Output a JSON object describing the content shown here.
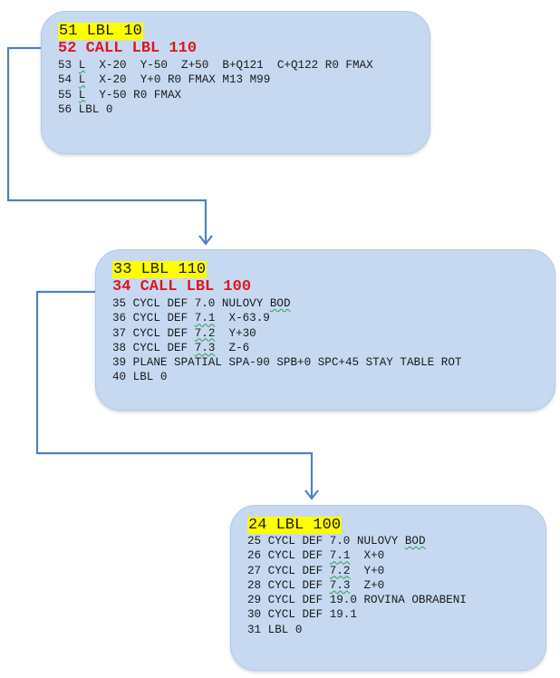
{
  "blocks": [
    {
      "label": "51 LBL 10",
      "call": "52 CALL LBL 110",
      "lines": [
        "53 L  X-20  Y-50  Z+50  B+Q121  C+Q122 R0 FMAX",
        "54 L  X-20  Y+0 R0 FMAX M13 M99",
        "55 L  Y-50 R0 FMAX",
        "56 LBL 0"
      ]
    },
    {
      "label": "33 LBL 110",
      "call": "34 CALL LBL 100",
      "lines": [
        "35 CYCL DEF 7.0 NULOVY BOD",
        "36 CYCL DEF 7.1  X-63.9",
        "37 CYCL DEF 7.2  Y+30",
        "38 CYCL DEF 7.3  Z-6",
        "39 PLANE SPATIAL SPA-90 SPB+0 SPC+45 STAY TABLE ROT",
        "40 LBL 0"
      ]
    },
    {
      "label": "24 LBL 100",
      "lines": [
        "25 CYCL DEF 7.0 NULOVY BOD",
        "26 CYCL DEF 7.1  X+0",
        "27 CYCL DEF 7.2  Y+0",
        "28 CYCL DEF 7.3  Z+0",
        "29 CYCL DEF 19.0 ROVINA OBRABENI",
        "30 CYCL DEF 19.1",
        "31 LBL 0"
      ]
    }
  ],
  "colors": {
    "box_fill": "#c6d9f1",
    "label_highlight": "#ffff00",
    "call_text": "#e0161c",
    "connector": "#4f81bd"
  }
}
